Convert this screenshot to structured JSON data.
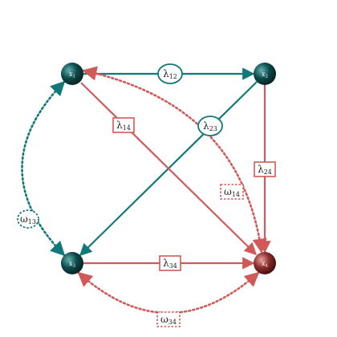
{
  "colors": {
    "teal": "#117a78",
    "red": "#d05a5a",
    "teal_node": "#0e4a4a",
    "red_node": "#8a2b2b",
    "background": "#ffffff"
  },
  "nodes": [
    {
      "id": "x1",
      "base": "x",
      "sub": "1",
      "color": "teal"
    },
    {
      "id": "x2",
      "base": "x",
      "sub": "2",
      "color": "teal"
    },
    {
      "id": "x3",
      "base": "x",
      "sub": "3",
      "color": "teal"
    },
    {
      "id": "x4",
      "base": "x",
      "sub": "4",
      "color": "red"
    }
  ],
  "edges": [
    {
      "id": "lambda12",
      "from": "x1",
      "to": "x2",
      "base": "λ",
      "sub": "12",
      "color": "teal",
      "style": "solid",
      "label_shape": "ellipse"
    },
    {
      "id": "lambda23",
      "from": "x2",
      "to": "x3",
      "base": "λ",
      "sub": "23",
      "color": "teal",
      "style": "solid",
      "label_shape": "ellipse"
    },
    {
      "id": "lambda14",
      "from": "x1",
      "to": "x4",
      "base": "λ",
      "sub": "14",
      "color": "red",
      "style": "solid",
      "label_shape": "rect"
    },
    {
      "id": "lambda24",
      "from": "x2",
      "to": "x4",
      "base": "λ",
      "sub": "24",
      "color": "red",
      "style": "solid",
      "label_shape": "rect"
    },
    {
      "id": "lambda34",
      "from": "x3",
      "to": "x4",
      "base": "λ",
      "sub": "34",
      "color": "red",
      "style": "solid",
      "label_shape": "rect"
    },
    {
      "id": "omega13",
      "from": "x1",
      "to": "x3",
      "base": "ω",
      "sub": "13",
      "color": "teal",
      "style": "dotted",
      "label_shape": "dashed-ellipse",
      "bidirectional": true
    },
    {
      "id": "omega14",
      "from": "x1",
      "to": "x4",
      "base": "ω",
      "sub": "14",
      "color": "red",
      "style": "dotted",
      "label_shape": "dashed-rect",
      "bidirectional": true
    },
    {
      "id": "omega34",
      "from": "x3",
      "to": "x4",
      "base": "ω",
      "sub": "34",
      "color": "red",
      "style": "dotted",
      "label_shape": "dashed-rect",
      "bidirectional": true
    }
  ]
}
